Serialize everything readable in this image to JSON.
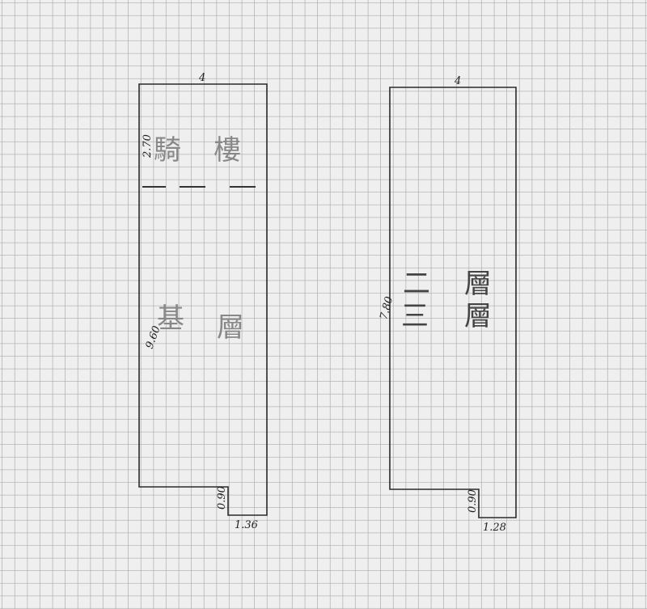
{
  "plan_left": {
    "top_width": "4",
    "arcade_depth": "2.70",
    "arcade_label_1": "騎",
    "arcade_label_2": "樓",
    "floor_label_1": "基",
    "floor_label_2": "層",
    "depth": "9.60",
    "notch_depth": "0.90",
    "notch_width": "1.36"
  },
  "plan_right": {
    "top_width": "4",
    "depth": "7.80",
    "floor_label_a1": "二",
    "floor_label_a2": "層",
    "floor_label_b1": "三",
    "floor_label_b2": "層",
    "notch_depth": "0.90",
    "notch_width": "1.28"
  },
  "colors": {
    "paper": "#efefef",
    "grid": "#a9a9a9",
    "ink": "#2a2a2a"
  }
}
